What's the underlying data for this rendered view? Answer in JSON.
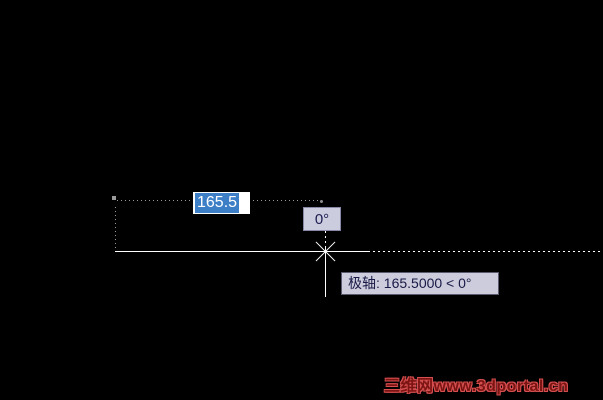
{
  "canvas": {
    "background": "#000000"
  },
  "dynamic_input": {
    "length_field": {
      "value": "165.5",
      "selected": true,
      "field_bg": "#ffffff",
      "selection_color": "#3c7fc6",
      "selection_text_color": "#ffffff"
    },
    "angle_field": {
      "value": "0°",
      "bg": "#ccccdf",
      "text_color": "#1c1c50"
    }
  },
  "polar_tooltip": {
    "label": "极轴: 165.5000 < 0°",
    "bg": "#ccccdc",
    "text_color": "#191946"
  },
  "cursor": {
    "type": "crosshair-x-marker",
    "color": "#ffffff"
  },
  "guides": {
    "tracking_guide_color": "#9a9a9a",
    "polar_track_color": "#ffffff"
  },
  "watermark": {
    "text": "三维网www.3dportal.cn",
    "color": "#7d1414"
  }
}
